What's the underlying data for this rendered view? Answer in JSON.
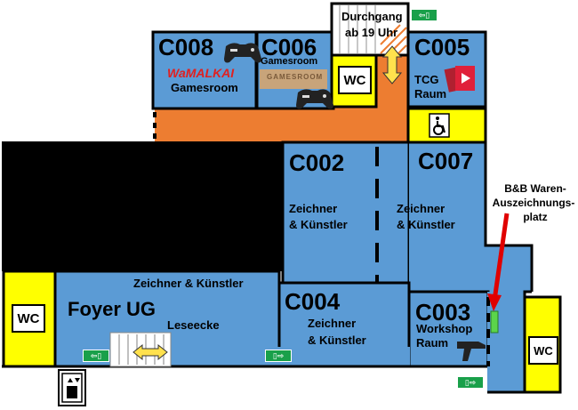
{
  "colors": {
    "room_blue": "#5b9bd5",
    "corridor_orange": "#ed7d31",
    "wc_yellow": "#ffff00",
    "blocked_black": "#000000",
    "arrow_yellow": "#ffe14d",
    "pointer_red": "#e00000",
    "marker_green": "#5bd44b",
    "exit_green": "#19a04a"
  },
  "rooms": {
    "c008": {
      "code": "C008",
      "sub": "Gamesroom",
      "logo": "WaMALKAI",
      "icon": "gamepad-icon"
    },
    "c006": {
      "code": "C006",
      "sub": "Gamesroom",
      "banner": "GAMESROOM",
      "icon": "gamepad-icon"
    },
    "c005": {
      "code": "C005",
      "line1": "TCG",
      "line2": "Raum",
      "icon": "card-game-icon"
    },
    "c002": {
      "code": "C002",
      "line1": "Zeichner",
      "line2": "& Künstler"
    },
    "c007": {
      "code": "C007",
      "line1": "Zeichner",
      "line2": "& Künstler"
    },
    "c004": {
      "code": "C004",
      "line1": "Zeichner",
      "line2": "& Künstler"
    },
    "c003": {
      "code": "C003",
      "line1": "Workshop",
      "line2": "Raum",
      "icon": "glue-gun-icon"
    },
    "foyer": {
      "title": "Foyer UG",
      "sub": "Zeichner & Künstler",
      "reading": "Leseecke"
    }
  },
  "passage": {
    "line1": "Durchgang",
    "line2": "ab 19 Uhr"
  },
  "wc_label": "WC",
  "bb_note": {
    "line1": "B&B Waren-",
    "line2": "Auszeichnungs-",
    "line3": "platz"
  },
  "icons": [
    "exit-sign-icon",
    "wheelchair-icon",
    "elevator-icon",
    "stairs-icon",
    "double-arrow-icon"
  ]
}
